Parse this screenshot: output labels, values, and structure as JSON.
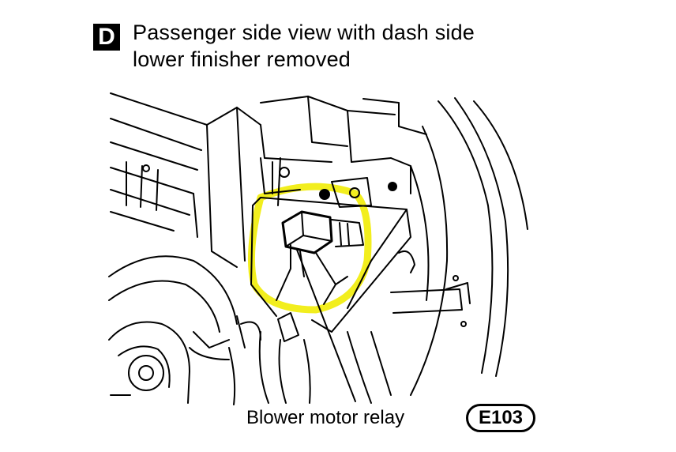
{
  "view": {
    "badge": "D",
    "title_line1": "Passenger side view with dash side",
    "title_line2": "lower finisher removed"
  },
  "callout": {
    "label": "Blower motor relay",
    "connector_code": "E103"
  },
  "colors": {
    "highlight": "#f2ee1e",
    "line": "#000000"
  }
}
